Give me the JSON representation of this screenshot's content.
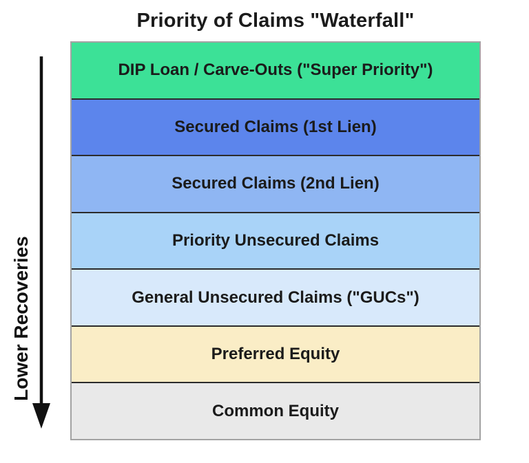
{
  "title": "Priority of Claims \"Waterfall\"",
  "left_axis": {
    "label": "Lower Recoveries",
    "arrow_direction": "down",
    "arrow_color": "#111111"
  },
  "waterfall": {
    "rows": [
      {
        "label": "DIP Loan / Carve-Outs (\"Super Priority\")",
        "color": "#3CE197"
      },
      {
        "label": "Secured Claims (1st Lien)",
        "color": "#5C85EC"
      },
      {
        "label": "Secured Claims (2nd Lien)",
        "color": "#8FB6F3"
      },
      {
        "label": "Priority Unsecured Claims",
        "color": "#A9D3F8"
      },
      {
        "label": "General Unsecured Claims (\"GUCs\")",
        "color": "#D8E9FB"
      },
      {
        "label": "Preferred Equity",
        "color": "#FAEDC6"
      },
      {
        "label": "Common Equity",
        "color": "#E9E9E9"
      }
    ],
    "outer_border_color": "#a3a3a3",
    "divider_color": "#2b2b2b",
    "text_color": "#1b1b1b"
  }
}
